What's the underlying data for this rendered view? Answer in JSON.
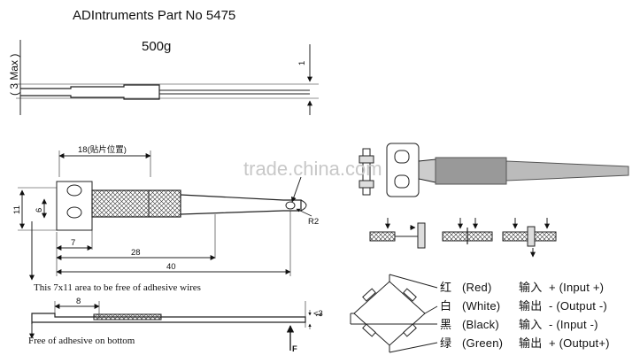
{
  "header": {
    "title": "ADIntruments Part No 5475",
    "weight": "500g"
  },
  "side_view_top": {
    "max_label": "( 3 Max )",
    "thickness": "1"
  },
  "plan_view": {
    "dim_top": "18(贴片位置)",
    "dim_height_11": "11",
    "dim_height_6": "6",
    "dim_7": "7",
    "dim_28": "28",
    "dim_40": "40",
    "dim_r2": "R2",
    "note_adhesive_wires": "This 7x11 area to be free of adhesive wires"
  },
  "side_view_bottom": {
    "dim_8": "8",
    "dim_1": "1",
    "dim_lt3": "<3",
    "force": "F",
    "note_bottom": "Free of adhesive on bottom"
  },
  "wiring": {
    "rows": [
      {
        "color_cn": "红",
        "color_en": "(Red)",
        "func_cn": "输入",
        "func_en": "+ (Input +)"
      },
      {
        "color_cn": "白",
        "color_en": "(White)",
        "func_cn": "输出",
        "func_en": "- (Output -)"
      },
      {
        "color_cn": "黑",
        "color_en": "(Black)",
        "func_cn": "输入",
        "func_en": "- (Input -)"
      },
      {
        "color_cn": "绿",
        "color_en": "(Green)",
        "func_cn": "输出",
        "func_en": "+ (Output+)"
      }
    ]
  },
  "watermark": "trade.china.com"
}
